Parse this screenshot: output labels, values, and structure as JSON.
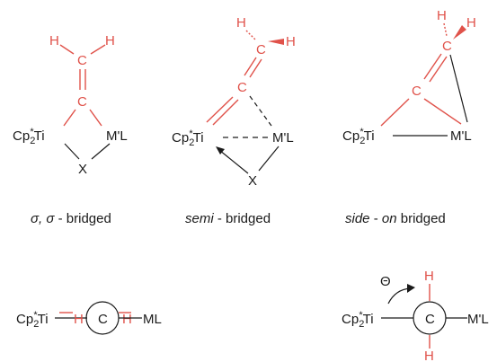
{
  "structures": {
    "s1": {
      "h_left": "H",
      "h_right": "H",
      "c_top": "C",
      "c_mid": "C",
      "ti": "Cp",
      "sub": "2",
      "sup": "*",
      "ti_rest": "Ti",
      "ml": "M'L",
      "x": "X"
    },
    "s2": {
      "h_left": "H",
      "h_right": "H",
      "c_top": "C",
      "c_mid": "C",
      "ti": "Cp",
      "sub": "2",
      "sup": "*",
      "ti_rest": "Ti",
      "ml": "M'L",
      "x": "X"
    },
    "s3": {
      "h_left": "H",
      "h_right": "H",
      "c_top": "C",
      "c_mid": "C",
      "ti": "Cp",
      "sub": "2",
      "sup": "*",
      "ti_rest": "Ti",
      "ml": "M'L"
    },
    "n1": {
      "ti": "Cp",
      "sub": "2",
      "sup": "*",
      "ti_rest": "Ti",
      "h_left": "H",
      "c": "C",
      "h_right": "H",
      "ml": "ML"
    },
    "n2": {
      "ti": "Cp",
      "sub": "2",
      "sup": "*",
      "ti_rest": "Ti",
      "theta": "Θ",
      "h_top": "H",
      "c": "C",
      "h_bottom": "H",
      "ml": "M'L"
    }
  },
  "captions": {
    "sigma_prefix": "σ, σ",
    "sigma_suffix": " - bridged",
    "semi_prefix": "semi",
    "semi_suffix": " - bridged",
    "side": "side",
    "side_dash": " - ",
    "on": "on",
    "side_suffix": " bridged"
  }
}
